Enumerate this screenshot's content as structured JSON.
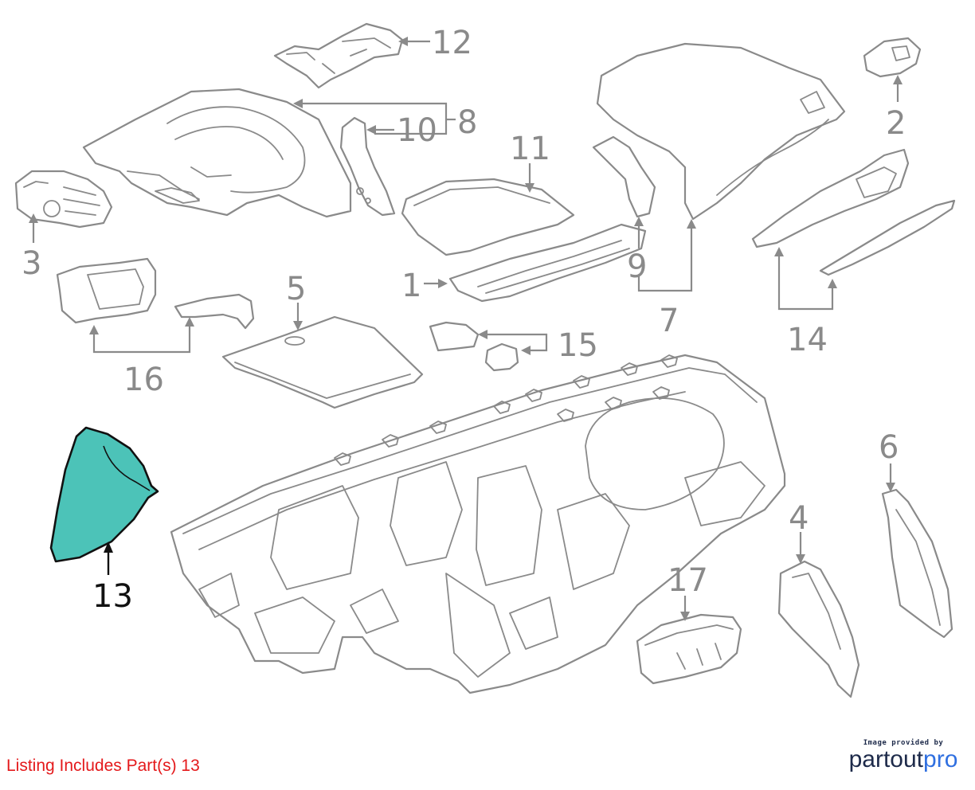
{
  "diagram": {
    "callouts": [
      {
        "id": "1",
        "label": "1"
      },
      {
        "id": "2",
        "label": "2"
      },
      {
        "id": "3",
        "label": "3"
      },
      {
        "id": "4",
        "label": "4"
      },
      {
        "id": "5",
        "label": "5"
      },
      {
        "id": "6",
        "label": "6"
      },
      {
        "id": "7",
        "label": "7"
      },
      {
        "id": "8",
        "label": "8"
      },
      {
        "id": "9",
        "label": "9"
      },
      {
        "id": "10",
        "label": "10"
      },
      {
        "id": "11",
        "label": "11"
      },
      {
        "id": "12",
        "label": "12"
      },
      {
        "id": "13",
        "label": "13"
      },
      {
        "id": "14",
        "label": "14"
      },
      {
        "id": "15",
        "label": "15"
      },
      {
        "id": "16",
        "label": "16"
      },
      {
        "id": "17",
        "label": "17"
      }
    ],
    "highlighted_part": "13",
    "colors": {
      "highlight_fill": "#4cc3b8",
      "line_gray": "#8a8a8a",
      "highlight_stroke": "#111111"
    }
  },
  "listing": {
    "text": "Listing Includes Part(s) 13",
    "color": "#e4191b"
  },
  "brand": {
    "tagline": "Image provided by",
    "name_part1": "partout",
    "name_part2": "pro",
    "color_dark": "#1d2a4a",
    "color_accent": "#2f6fe0"
  }
}
